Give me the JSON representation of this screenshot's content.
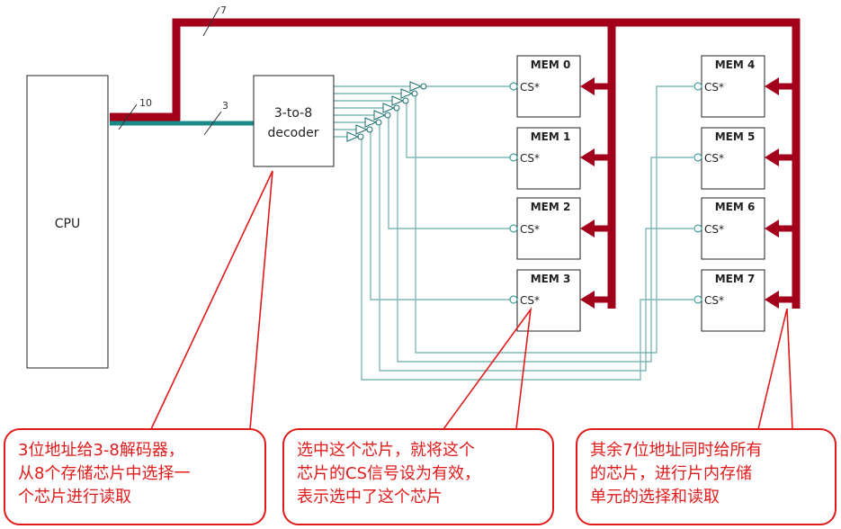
{
  "bus_labels": {
    "top": "7",
    "cpu_bus": "10",
    "decoder_in": "3"
  },
  "cpu": {
    "label": "CPU"
  },
  "decoder": {
    "line1": "3-to-8",
    "line2": "decoder"
  },
  "memories": [
    {
      "name": "MEM 0",
      "cs": "CS*"
    },
    {
      "name": "MEM 1",
      "cs": "CS*"
    },
    {
      "name": "MEM 2",
      "cs": "CS*"
    },
    {
      "name": "MEM 3",
      "cs": "CS*"
    },
    {
      "name": "MEM 4",
      "cs": "CS*"
    },
    {
      "name": "MEM 5",
      "cs": "CS*"
    },
    {
      "name": "MEM 6",
      "cs": "CS*"
    },
    {
      "name": "MEM 7",
      "cs": "CS*"
    }
  ],
  "callouts": [
    {
      "lines": [
        "3位地址给3-8解码器，",
        "从8个存储芯片中选择一",
        "个芯片进行读取"
      ]
    },
    {
      "lines": [
        "选中这个芯片，就将这个",
        "芯片的CS信号设为有效，",
        "表示选中了这个芯片"
      ]
    },
    {
      "lines": [
        "其余7位地址同时给所有",
        "的芯片，进行片内存储",
        "单元的选择和读取"
      ]
    }
  ],
  "colors": {
    "bus": "#a3001b",
    "address_line": "#1b8a8a",
    "decoder_line": "#7fb8b8",
    "callout": "#e01b1b"
  }
}
